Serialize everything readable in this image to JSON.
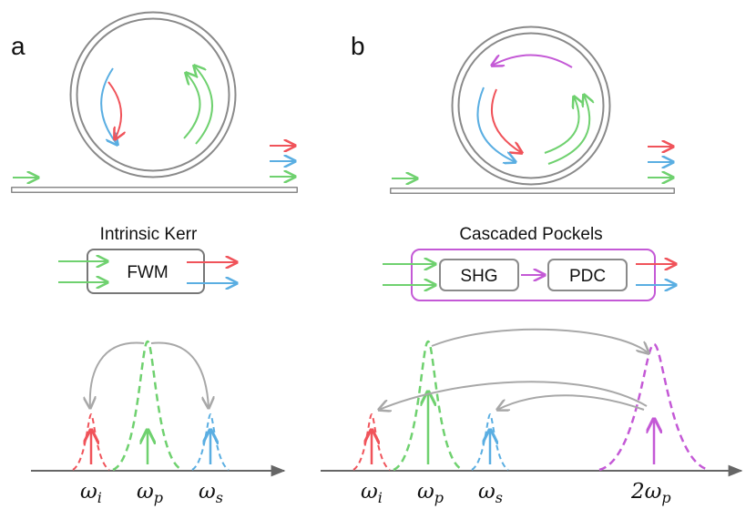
{
  "panels": {
    "a": {
      "label": "a",
      "mechanism_title": "Intrinsic Kerr",
      "process_box": "FWM",
      "spectrum_labels": [
        "ω",
        "i",
        "ω",
        "p",
        "ω",
        "s"
      ]
    },
    "b": {
      "label": "b",
      "mechanism_title": "Cascaded Pockels",
      "process_1": "SHG",
      "process_2": "PDC",
      "spectrum_labels": [
        "ω",
        "i",
        "ω",
        "p",
        "ω",
        "s",
        "2ω",
        "p"
      ]
    }
  },
  "colors": {
    "idler": "#f0535a",
    "pump": "#6fd16f",
    "signal": "#5aaee2",
    "second_harmonic": "#c459d6",
    "waveguide": "#8a8a8a",
    "arrows_gray": "#a8a8a8",
    "box_gray": "#8a8a8a",
    "box_purple": "#c459d6"
  }
}
